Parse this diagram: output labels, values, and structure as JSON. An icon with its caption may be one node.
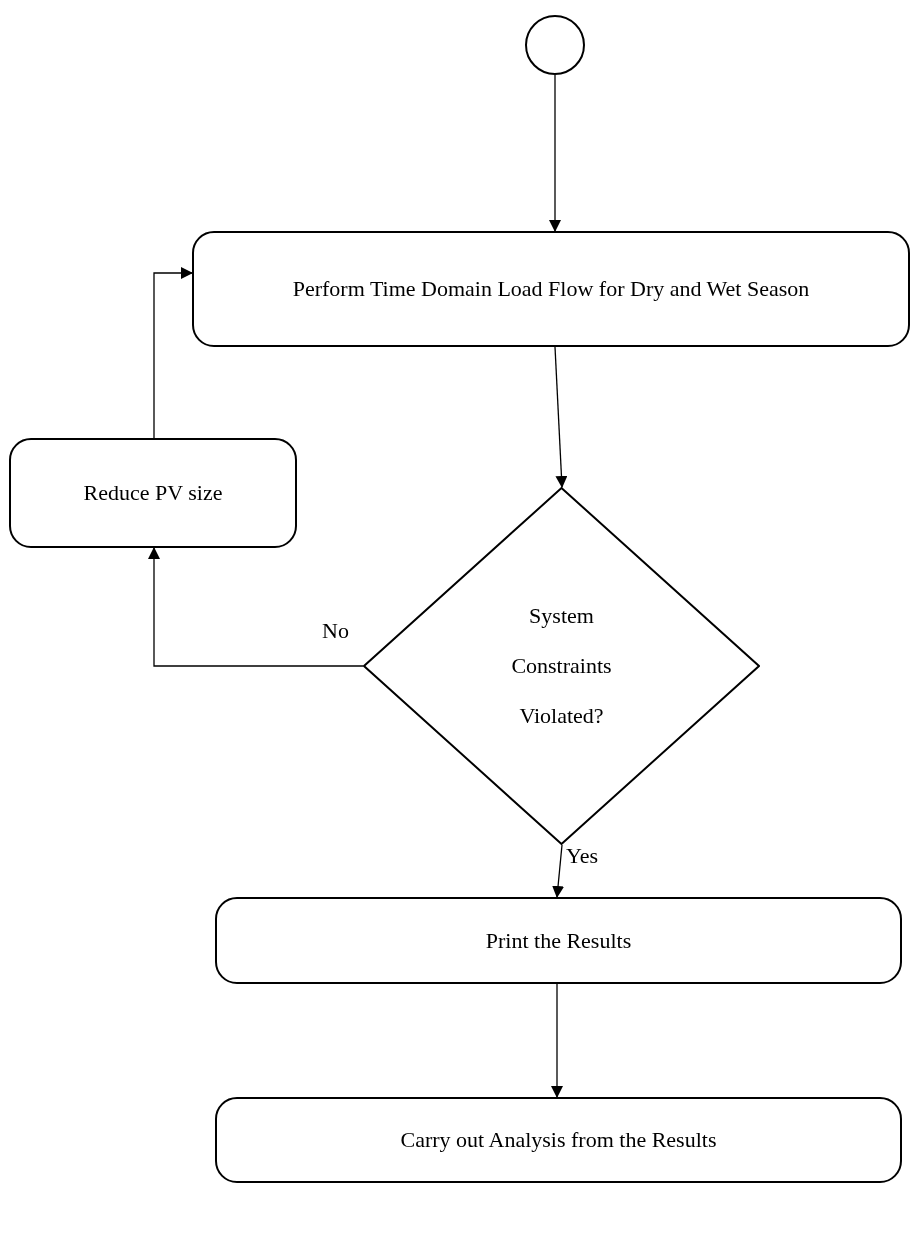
{
  "diagram": {
    "nodes": [
      {
        "text": [],
        "shape": "circle"
      },
      {
        "text": [
          "Perform Time Domain Load Flow for Dry and Wet Season"
        ]
      },
      {
        "text": [
          "System Constraints Violated?"
        ]
      },
      {
        "text": [
          "Reduce PV size"
        ]
      },
      {
        "text": [
          "Print the Results"
        ]
      },
      {
        "text": [
          "Carry out Analysis from the Results"
        ]
      }
    ],
    "edges": [
      {
        "from": 0,
        "to": 1,
        "arrow": "to"
      },
      {
        "from": 1,
        "to": 2,
        "arrow": "to"
      },
      {
        "from": 2,
        "to": 3,
        "arrow": "to",
        "label": "No"
      },
      {
        "from": 3,
        "to": 1,
        "arrow": "to"
      },
      {
        "from": 2,
        "to": 4,
        "arrow": "to",
        "label": "Yes"
      },
      {
        "from": 4,
        "to": 5,
        "arrow": "to"
      }
    ]
  }
}
